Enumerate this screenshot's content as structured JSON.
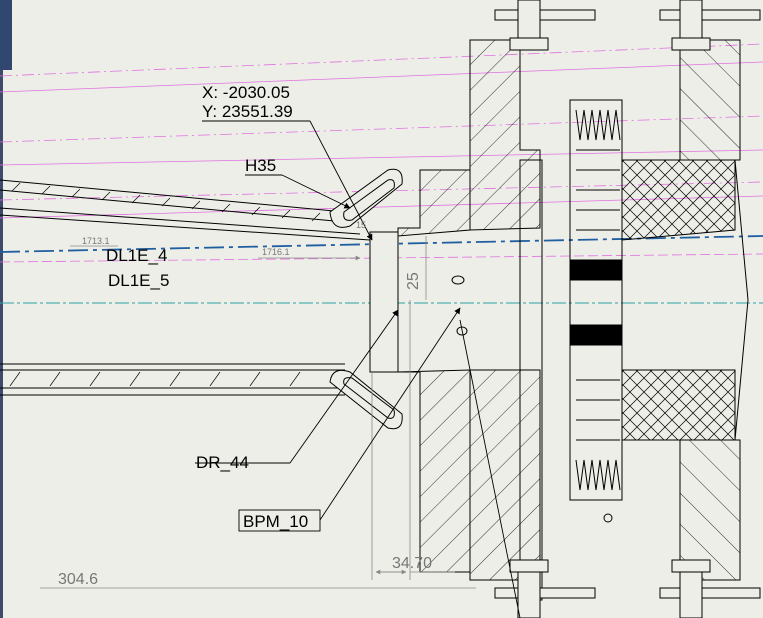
{
  "coords": {
    "x": "X: -2030.05",
    "y": "Y: 23551.39"
  },
  "labels": {
    "h35": "H35",
    "dl1e4": "DL1E_4",
    "dl1e5": "DL1E_5",
    "dr44": "DR_44",
    "bpm10": "BPM_10"
  },
  "dimensions": {
    "d1713": "1713.1",
    "d1716": "1716.1",
    "d25": "25",
    "d34": "34.70",
    "d304": "304.6",
    "d15": "15"
  },
  "colors": {
    "background": "#eeeee8",
    "beam_axis": "#1f5fa0",
    "reference_line": "#2aa3a3",
    "construction": "#e070e0",
    "geometry": "#000000",
    "dimension": "#888888"
  }
}
